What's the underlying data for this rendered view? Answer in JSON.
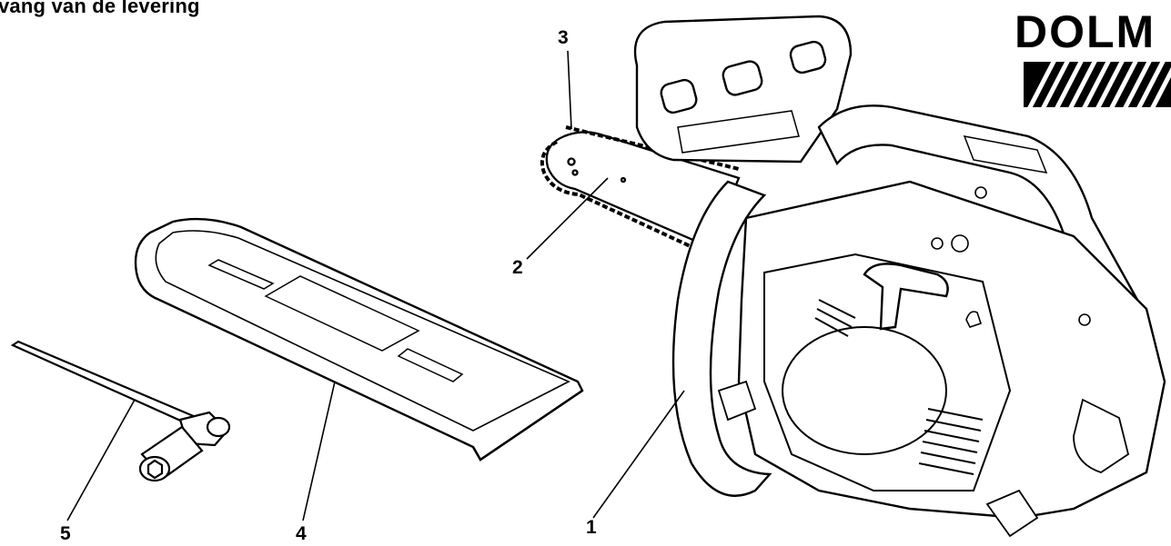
{
  "heading": "vang van de levering",
  "logo": {
    "text": "DOLM"
  },
  "callouts": [
    "1",
    "2",
    "3",
    "4",
    "5"
  ],
  "parts": [
    {
      "callout": "1",
      "icon": "chainsaw-body-icon"
    },
    {
      "callout": "2",
      "icon": "guide-bar-icon"
    },
    {
      "callout": "3",
      "icon": "saw-chain-icon"
    },
    {
      "callout": "4",
      "icon": "bar-cover-icon"
    },
    {
      "callout": "5",
      "icon": "combination-wrench-icon"
    }
  ]
}
